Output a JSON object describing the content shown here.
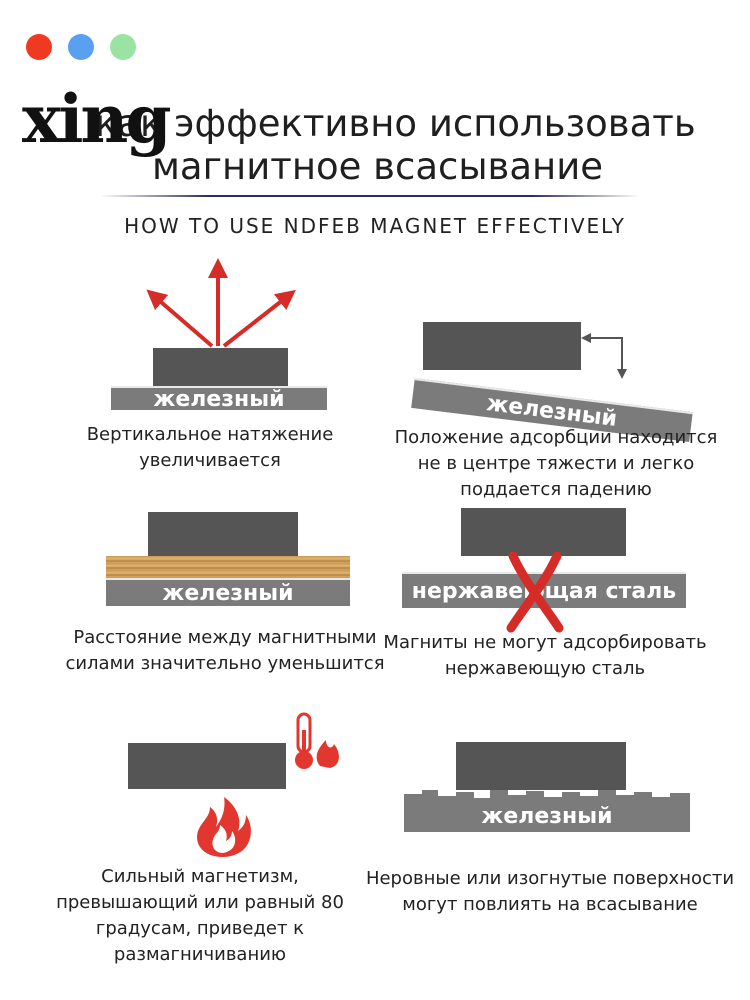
{
  "logo": "xing",
  "title": {
    "line1": "как эффективно использовать",
    "line2": "магнитное всасывание"
  },
  "subtitle": "HOW TO USE NDFEB MAGNET EFFECTIVELY",
  "colors": {
    "dot_red": "#f03a1f",
    "dot_blue": "#5aa0f0",
    "dot_green": "#9be3a2",
    "arrow_red": "#d62c28",
    "magnet_gray": "#555555",
    "plate_gray": "#7b7b7b"
  },
  "panels": [
    {
      "plate_label": "железный",
      "caption_lines": [
        "Вертикальное натяжение",
        "увеличивается"
      ]
    },
    {
      "plate_label": "железный",
      "caption_lines": [
        "Положение адсорбции находится",
        "не в центре тяжести и легко",
        "поддается падению"
      ]
    },
    {
      "plate_label": "железный",
      "caption_lines": [
        "Расстояние между магнитными",
        "силами значительно уменьшится"
      ]
    },
    {
      "plate_label": "нержавеющая сталь",
      "caption_lines": [
        "Магниты не могут адсорбировать",
        "нержавеющую сталь"
      ]
    },
    {
      "plate_label": "",
      "caption_lines": [
        "Сильный магнетизм,",
        "превышающий или равный 80",
        "градусам, приведет к размагничиванию"
      ]
    },
    {
      "plate_label": "железный",
      "caption_lines": [
        "Неровные или изогнутые поверхности",
        "могут повлиять на всасывание"
      ]
    }
  ],
  "icons": {
    "pull_arrows": "red-pull-arrows-icon",
    "bent_arrow": "bent-arrow-icon",
    "cross": "red-x-icon",
    "thermometer": "thermometer-flame-icon",
    "fire": "fire-icon"
  }
}
